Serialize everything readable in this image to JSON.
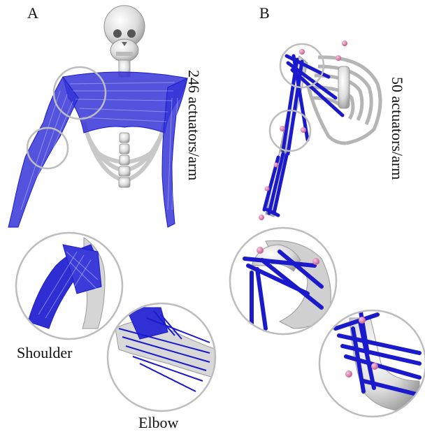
{
  "panels": [
    {
      "letter": "A",
      "annotation": "246 actuators/arm",
      "zoom_labels": [
        "Shoulder",
        "Elbow"
      ]
    },
    {
      "letter": "B",
      "annotation": "50 actuators/arm"
    }
  ],
  "colors": {
    "muscle": "#1a1acc",
    "bone": "#d7d7d7",
    "bone_shade": "#9a9a9a",
    "ring": "#b9b9b9",
    "marker": "#e08ab6",
    "background": "#ffffff"
  }
}
